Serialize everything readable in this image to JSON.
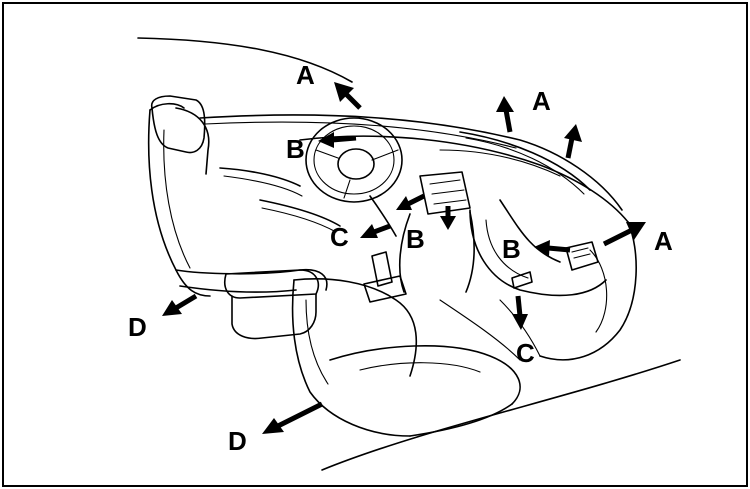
{
  "diagram": {
    "labels": [
      {
        "id": "label-a-steering",
        "text": "A"
      },
      {
        "id": "label-a-top",
        "text": "A"
      },
      {
        "id": "label-a-right",
        "text": "A"
      },
      {
        "id": "label-b-steering",
        "text": "B"
      },
      {
        "id": "label-b-center",
        "text": "B"
      },
      {
        "id": "label-b-right",
        "text": "B"
      },
      {
        "id": "label-c-center",
        "text": "C"
      },
      {
        "id": "label-c-right",
        "text": "C"
      },
      {
        "id": "label-d-upper",
        "text": "D"
      },
      {
        "id": "label-d-lower",
        "text": "D"
      }
    ]
  }
}
